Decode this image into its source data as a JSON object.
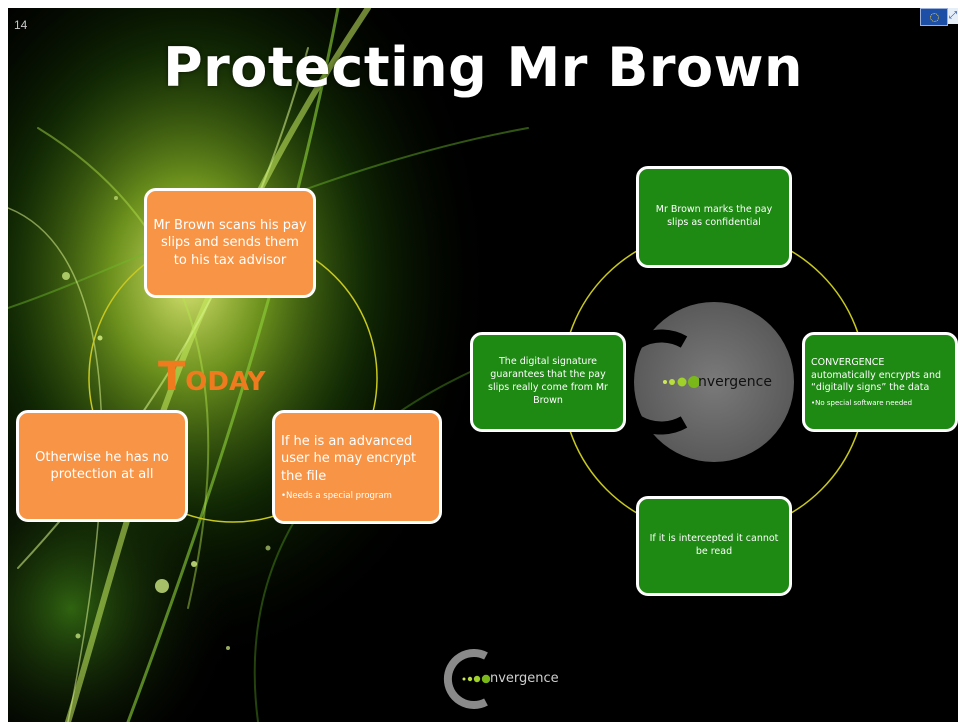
{
  "slide": {
    "number": "14",
    "title": "Protecting Mr Brown"
  },
  "today_cycle": {
    "label_big": "T",
    "label_small": "ODAY",
    "boxes": [
      {
        "text": "Mr Brown scans his pay slips and sends them to his tax advisor"
      },
      {
        "text": "If he is an advanced user he may encrypt the file",
        "note": "•Needs a special program"
      },
      {
        "text": "Otherwise he has no protection at all"
      }
    ]
  },
  "convergence_cycle": {
    "boxes": [
      {
        "text": "Mr Brown marks the pay slips as confidential"
      },
      {
        "text": "CONVERGENCE automatically encrypts and “digitally signs” the data",
        "note": "•No special software needed"
      },
      {
        "text": "If it is intercepted it cannot be read"
      },
      {
        "text": "The digital signature guarantees that the pay slips really come from Mr Brown"
      }
    ]
  },
  "logo": {
    "text": "nvergence"
  },
  "colors": {
    "orange_box": "#f79446",
    "green_box": "#1e8a13",
    "today_text": "#f07a1e",
    "circle": "#c8c81e",
    "background": "#000000"
  }
}
